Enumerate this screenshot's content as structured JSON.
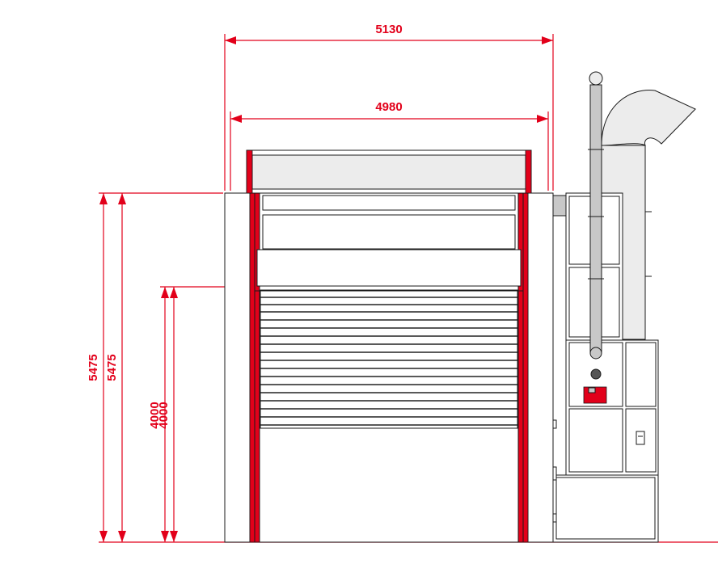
{
  "dimensions": {
    "total_width": "5130",
    "inner_width": "4980",
    "total_height_outer": "5475",
    "total_height_inner": "5475",
    "door_height_outer": "4000",
    "door_height_inner": "4000"
  },
  "colors": {
    "dimension": "#e2001a",
    "door_frame": "#e2001a",
    "outline": "#1a1a1a",
    "duct": "#c8c8c8"
  }
}
